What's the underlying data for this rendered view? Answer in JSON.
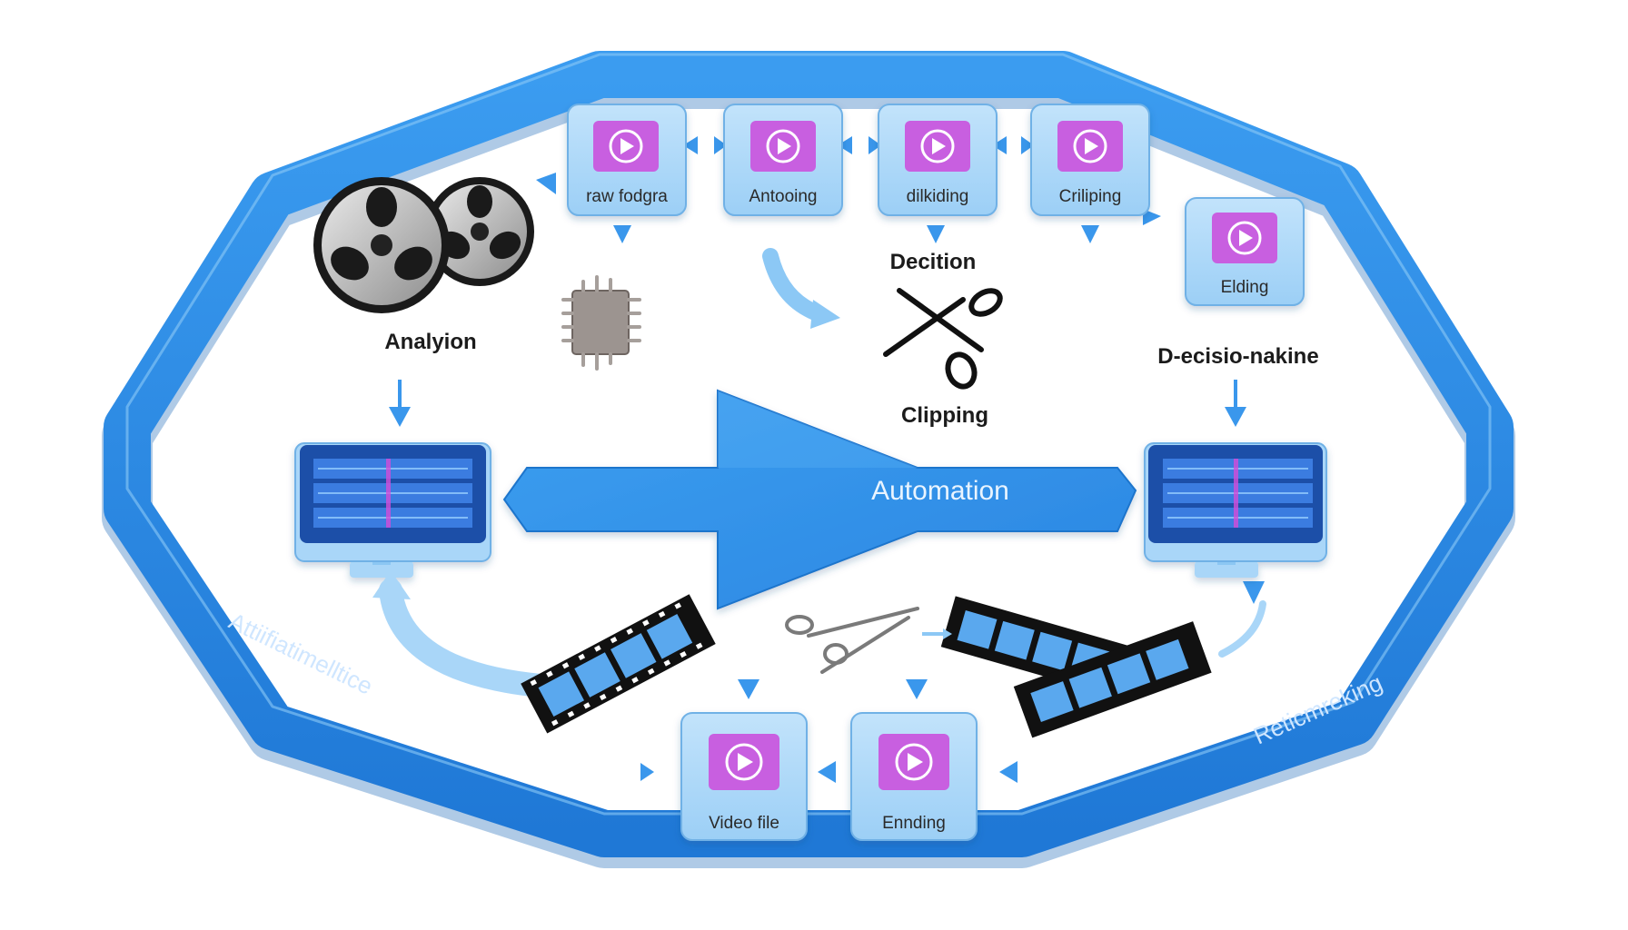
{
  "colors": {
    "ring": "#2c8fe4",
    "ring_dark": "#1f6fbf",
    "ring_light": "#7ec0f5",
    "node_fill": "#a9d6f8",
    "node_stroke": "#6fb1e6",
    "video_icon": "#c85ee0",
    "monitor": "#1e4fa8",
    "film": "#111111",
    "film_window": "#5aa8ee"
  },
  "top_nodes": [
    {
      "label": "raw fodgra",
      "icon": "play-video-icon"
    },
    {
      "label": "Antooing",
      "icon": "play-video-icon"
    },
    {
      "label": "dilkiding",
      "icon": "play-video-icon"
    },
    {
      "label": "Criliping",
      "icon": "play-video-icon"
    },
    {
      "label": "Elding",
      "icon": "play-video-icon"
    }
  ],
  "bottom_nodes": [
    {
      "label": "Video file",
      "icon": "play-video-icon"
    },
    {
      "label": "Ennding",
      "icon": "play-video-icon"
    }
  ],
  "labels": {
    "analysis": "Analyion",
    "decision": "Decition",
    "clipping": "Clipping",
    "decision_making": "D-ecisio-nakine",
    "automation": "Automation",
    "ring_left": "Attiifiatimelltice",
    "ring_right": "Reticmreking"
  },
  "icons": [
    "film-reels-icon",
    "microchip-icon",
    "scissors-icon",
    "monitor-waveform-icon",
    "film-strip-icon",
    "play-video-icon"
  ]
}
